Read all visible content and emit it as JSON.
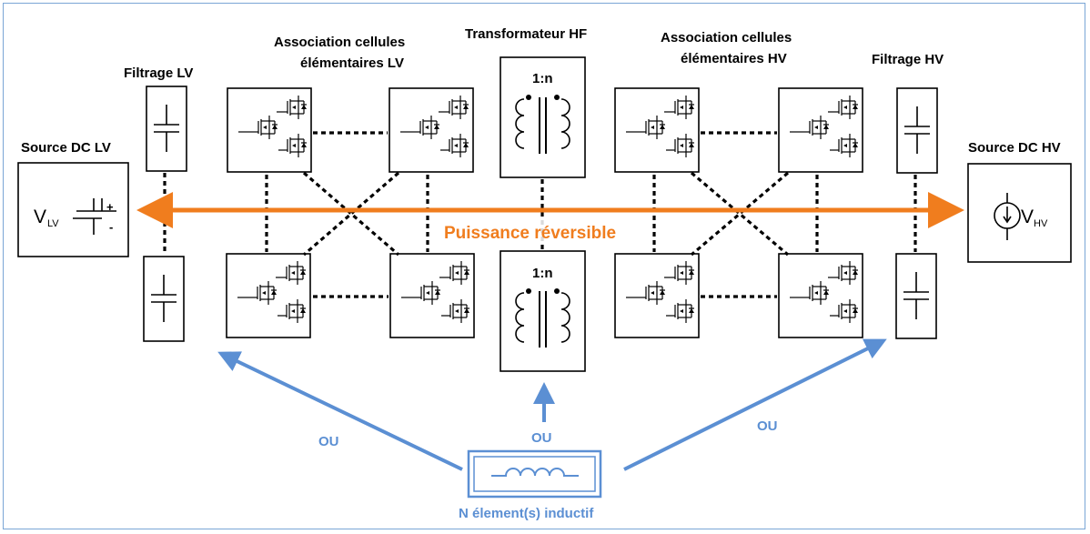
{
  "labels": {
    "filtrage_lv": "Filtrage LV",
    "filtrage_hv": "Filtrage HV",
    "source_dc_lv": "Source DC LV",
    "source_dc_hv": "Source DC HV",
    "assoc_lv_line1": "Association cellules",
    "assoc_lv_line2": "élémentaires LV",
    "assoc_hv_line1": "Association cellules",
    "assoc_hv_line2": "élémentaires HV",
    "transformateur": "Transformateur HF",
    "ratio_top": "1:n",
    "ratio_bottom": "1:n",
    "v_lv": "V",
    "v_lv_sub": "LV",
    "v_hv": "V",
    "v_hv_sub": "HV",
    "plus": "+",
    "minus": "-",
    "puissance": "Puissance réversible",
    "ou_left": "OU",
    "ou_center": "OU",
    "ou_right": "OU",
    "inductif": "N élement(s) inductif"
  },
  "colors": {
    "orange": "#f07d1e",
    "blue": "#5b8fd3",
    "frame": "#7aa6d6"
  }
}
